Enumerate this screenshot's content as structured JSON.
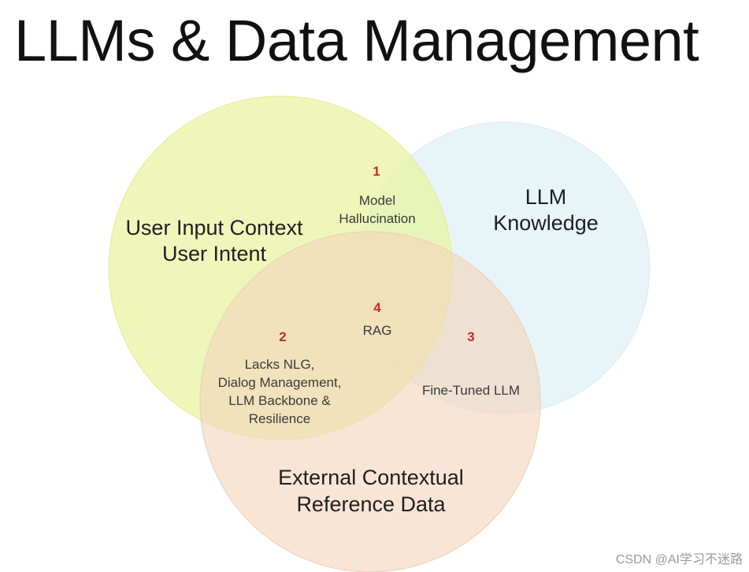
{
  "title": "LLMs & Data Management",
  "colors": {
    "circle_user": "#e9f3a6",
    "circle_llm": "#e3f2f7",
    "circle_external": "#f3d5bb",
    "overlap_number": "#c62828"
  },
  "circles": {
    "user_context": {
      "line1": "User Input Context",
      "line2": "User Intent"
    },
    "llm_knowledge": {
      "line1": "LLM",
      "line2": "Knowledge"
    },
    "external_data": {
      "line1": "External Contextual",
      "line2": "Reference Data"
    }
  },
  "regions": {
    "r1": {
      "number": "1",
      "line1": "Model",
      "line2": "Hallucination"
    },
    "r2": {
      "number": "2",
      "line1": "Lacks NLG,",
      "line2": "Dialog Management,",
      "line3": "LLM Backbone &",
      "line4": "Resilience"
    },
    "r3": {
      "number": "3",
      "line1": "Fine-Tuned LLM"
    },
    "r4": {
      "number": "4",
      "line1": "RAG"
    }
  },
  "watermark": "CSDN @AI学习不迷路"
}
